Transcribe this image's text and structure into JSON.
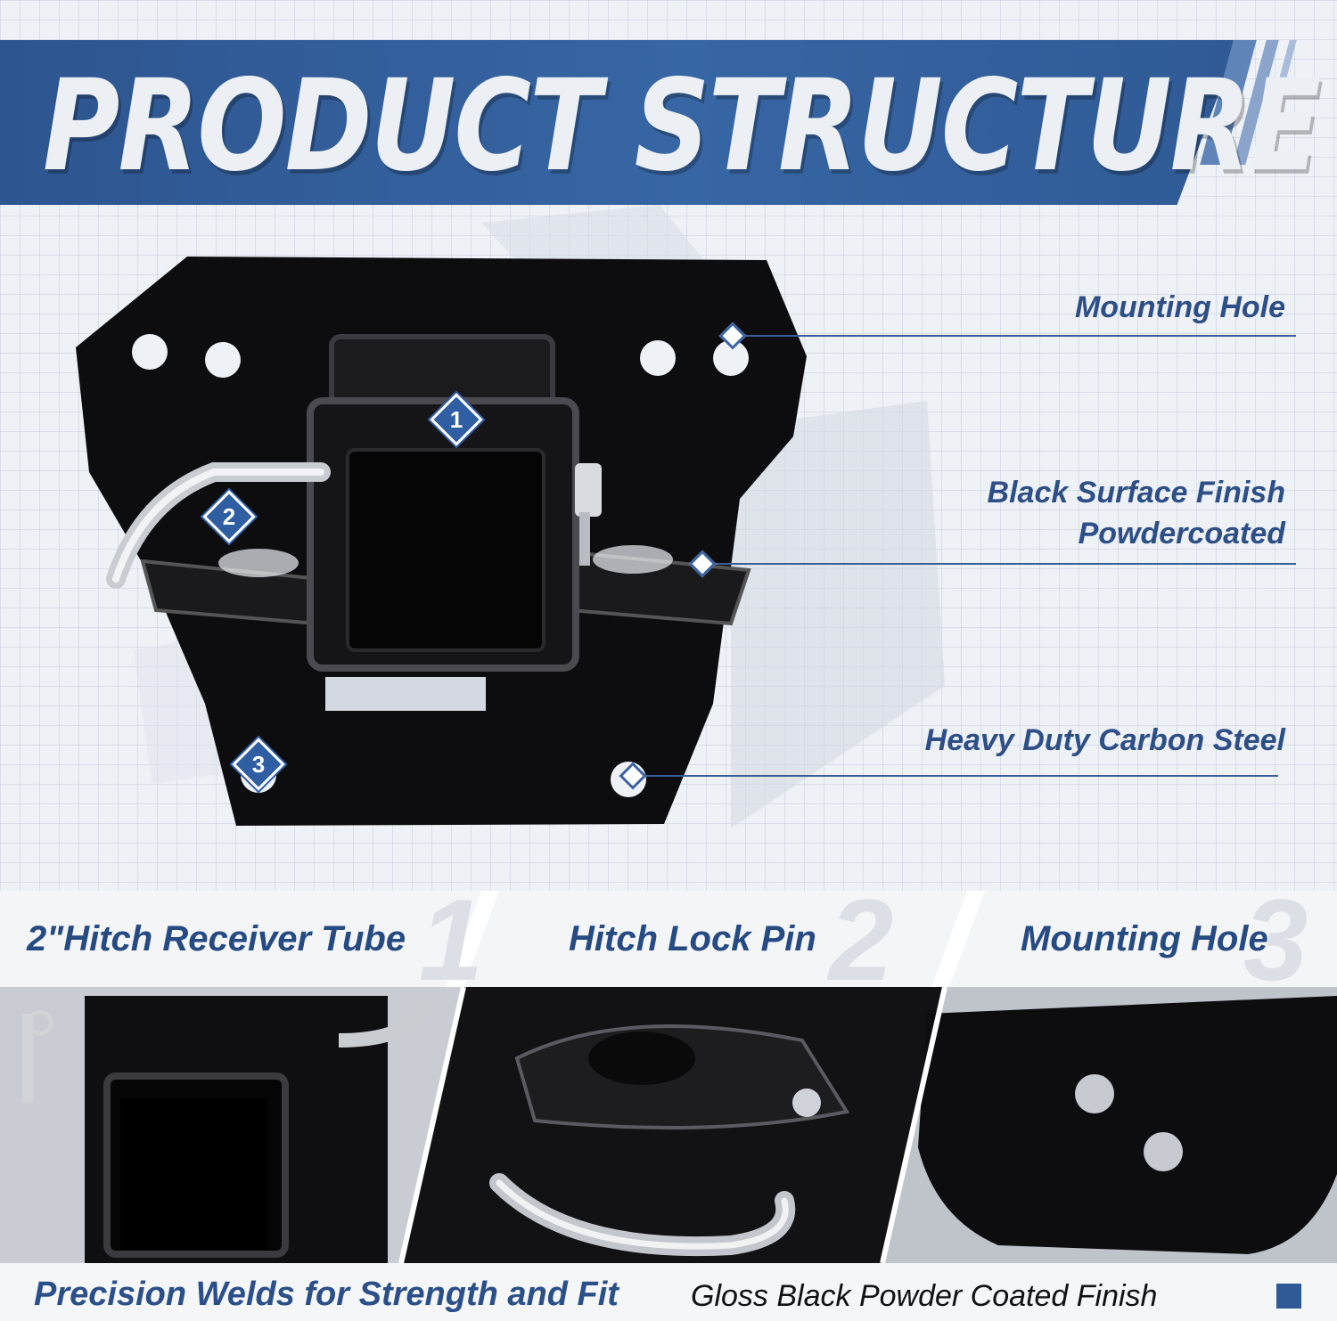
{
  "header": {
    "title": "PRODUCT STRUCTURE"
  },
  "callouts": [
    {
      "lines": [
        "Mounting Hole"
      ]
    },
    {
      "lines": [
        "Black Surface Finish",
        "Powdercoated"
      ]
    },
    {
      "lines": [
        "Heavy Duty Carbon Steel"
      ]
    }
  ],
  "badges": [
    "1",
    "2",
    "3"
  ],
  "features": [
    {
      "label": "2\"Hitch Receiver Tube",
      "number": "1"
    },
    {
      "label": "Hitch Lock Pin",
      "number": "2"
    },
    {
      "label": "Mounting Hole",
      "number": "3"
    }
  ],
  "footer": {
    "bold_text": "Precision Welds for Strength and Fit",
    "regular_text": "Gloss Black Powder Coated Finish"
  },
  "colors": {
    "brand_blue": "#2f5a95",
    "text_blue": "#2d4f86",
    "product_black": "#0d0d0f"
  }
}
